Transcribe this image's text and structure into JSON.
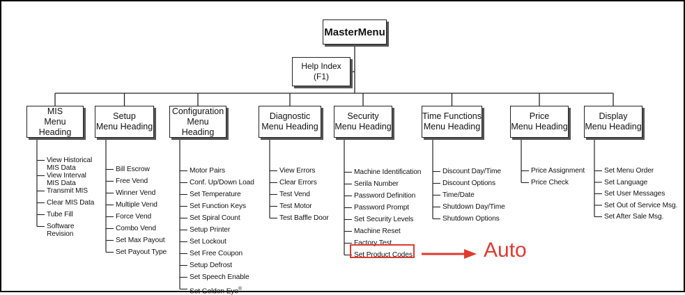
{
  "master": "MasterMenu",
  "help": "Help Index (F1)",
  "headings": [
    {
      "line1": "MIS",
      "line2": "Menu Heading",
      "items": [
        "View Historical MIS Data",
        "View Interval MIS Data",
        "Transmit MIS",
        "Clear MIS Data",
        "Tube Fill",
        "Software Revision"
      ]
    },
    {
      "line1": "Setup",
      "line2": "Menu Heading",
      "items": [
        "Bill Escrow",
        "Free Vend",
        "Winner Vend",
        "Multiple Vend",
        "Force Vend",
        "Combo Vend",
        "Set Max Payout",
        "Set Payout Type"
      ]
    },
    {
      "line1": "Configuration",
      "line2": "Menu Heading",
      "items": [
        "Motor Pairs",
        "Conf. Up/Down Load",
        "Set Temperature",
        "Set Function Keys",
        "Set Spiral Count",
        "Setup Printer",
        "Set Lockout",
        "Set Free Coupon",
        "Setup Defrost",
        "Set Speech Enable",
        "Set Golden Eye"
      ]
    },
    {
      "line1": "Diagnostic",
      "line2": "Menu Heading",
      "items": [
        "View Errors",
        "Clear Errors",
        "Test Vend",
        "Test Motor",
        "Test Baffle Door"
      ]
    },
    {
      "line1": "Security",
      "line2": "Menu Heading",
      "items": [
        "Machine Identification",
        "Serila Number",
        "Password Definition",
        "Password Prompt",
        "Set Security Levels",
        "Machine Reset",
        "Factory Test",
        "Set Product Codes"
      ]
    },
    {
      "line1": "Time Functions",
      "line2": "Menu Heading",
      "items": [
        "Discount Day/Time",
        "Discount Options",
        "Time/Date",
        "Shutdown Day/Time",
        "Shutdown Options"
      ]
    },
    {
      "line1": "Price",
      "line2": "Menu Heading",
      "items": [
        "Price Assignment",
        "Price Check"
      ]
    },
    {
      "line1": "Display",
      "line2": "Menu Heading",
      "items": [
        "Set Menu Order",
        "Set Language",
        "Set User Messages",
        "Set Out of Service Msg.",
        "Set After Sale Msg."
      ]
    }
  ],
  "golden_eye_mark": "®",
  "annotation": "Auto",
  "colors": {
    "highlight": "#e03a2e",
    "line": "#222222"
  }
}
